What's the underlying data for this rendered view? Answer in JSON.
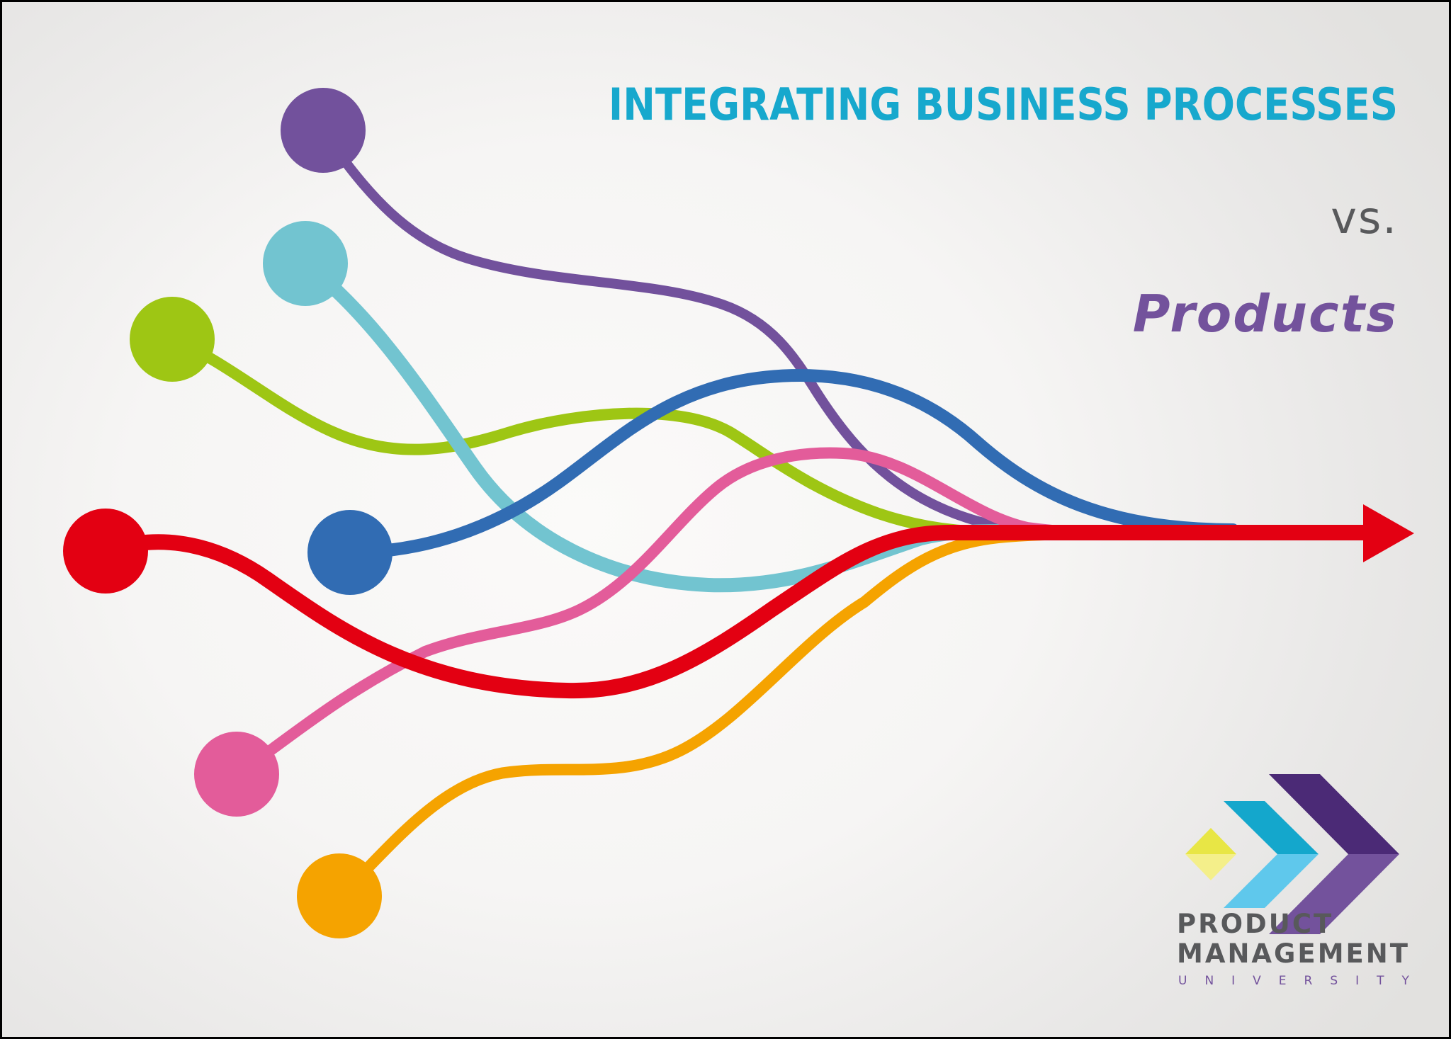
{
  "header": {
    "title": "INTEGRATING BUSINESS PROCESSES",
    "connector": "vs.",
    "subtitle": "Products"
  },
  "logo": {
    "line1": "PRODUCT",
    "line2": "MANAGEMENT",
    "line3": "UNIVERSITY",
    "icon": "chevron-arrows-logo-icon"
  },
  "colors": {
    "title": "#17a8cd",
    "vs": "#58595b",
    "products": "#73529c",
    "purple": "#72519c",
    "cyan": "#72c4d0",
    "green": "#9ec614",
    "red": "#e30012",
    "blue": "#316cb3",
    "pink": "#e35c9a",
    "orange": "#f5a300"
  },
  "diagram": {
    "description": "Seven colored process lines converging into a single red arrow",
    "nodes": [
      {
        "name": "purple-node",
        "color": "purple"
      },
      {
        "name": "cyan-node",
        "color": "cyan"
      },
      {
        "name": "green-node",
        "color": "green"
      },
      {
        "name": "red-node",
        "color": "red"
      },
      {
        "name": "blue-node",
        "color": "blue"
      },
      {
        "name": "pink-node",
        "color": "pink"
      },
      {
        "name": "orange-node",
        "color": "orange"
      }
    ],
    "output": "red-arrow"
  }
}
